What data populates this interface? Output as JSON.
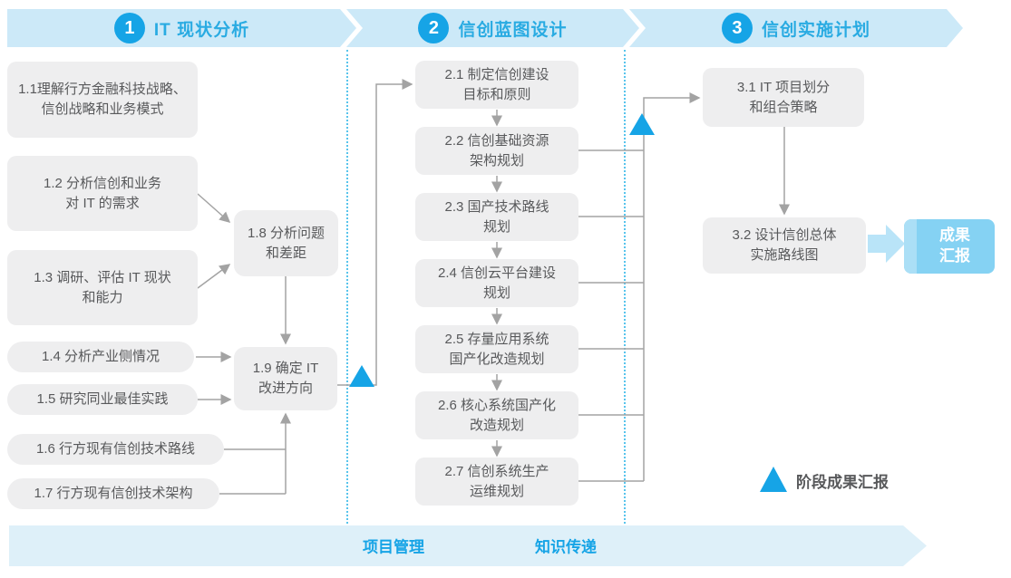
{
  "colors": {
    "banner_bg": "#cce9f8",
    "accent": "#16a4e6",
    "title_blue": "#29abe2",
    "box_bg": "#eeeeef",
    "box_text": "#58595b",
    "line_gray": "#a3a3a3",
    "result_bg": "#85d2f3",
    "result_stripe": "#abdff6",
    "fat_arrow": "#b9e4f8",
    "footer_bg": "#def0f9",
    "dotted_blue": "#58c4ec"
  },
  "phases": [
    {
      "number": "1",
      "title": "IT 现状分析"
    },
    {
      "number": "2",
      "title": "信创蓝图设计"
    },
    {
      "number": "3",
      "title": "信创实施计划"
    }
  ],
  "boxes": {
    "b11": "1.1理解行方金融科技战略、\n信创战略和业务模式",
    "b12": "1.2 分析信创和业务\n对 IT 的需求",
    "b13": "1.3 调研、评估 IT 现状\n和能力",
    "b14": "1.4 分析产业侧情况",
    "b15": "1.5 研究同业最佳实践",
    "b16": "1.6 行方现有信创技术路线",
    "b17": "1.7 行方现有信创技术架构",
    "b18": "1.8 分析问题\n和差距",
    "b19": "1.9 确定 IT\n改进方向",
    "b21": "2.1 制定信创建设\n目标和原则",
    "b22": "2.2 信创基础资源\n架构规划",
    "b23": "2.3 国产技术路线\n规划",
    "b24": "2.4 信创云平台建设\n规划",
    "b25": "2.5 存量应用系统\n国产化改造规划",
    "b26": "2.6 核心系统国产化\n改造规划",
    "b27": "2.7 信创系统生产\n运维规划",
    "b31": "3.1 IT 项目划分\n和组合策略",
    "b32": "3.2 设计信创总体\n实施路线图",
    "result": "成果\n汇报"
  },
  "legend": {
    "label": "阶段成果汇报"
  },
  "footer": {
    "left": "项目管理",
    "right": "知识传递"
  }
}
